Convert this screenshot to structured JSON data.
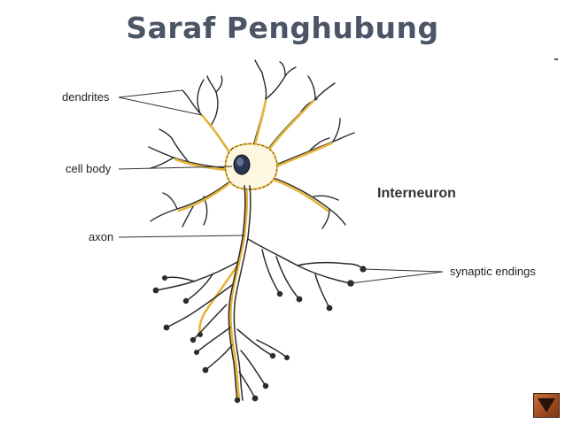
{
  "slide": {
    "title": "Saraf Penghubung"
  },
  "diagram": {
    "main_label": "Interneuron",
    "labels": {
      "dendrites": "dendrites",
      "cell_body": "cell body",
      "axon": "axon",
      "synaptic_endings": "synaptic endings"
    }
  },
  "colors": {
    "title": "#4b5566",
    "neuron_outline": "#2b2b2b",
    "neuron_highlight": "#e5b53a",
    "nucleus": "#2a3550",
    "nav_button": "#a85224"
  },
  "icons": {
    "nav_button": "triangle-arrow-icon"
  }
}
